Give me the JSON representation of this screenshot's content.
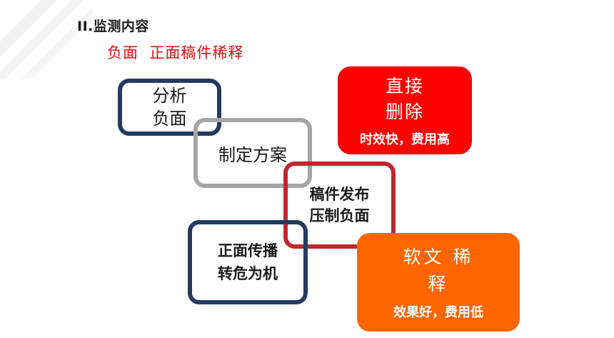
{
  "slide": {
    "heading": "II.监测内容",
    "subheading": "负面  正面稿件稀释"
  },
  "boxes": {
    "analyze": {
      "line1": "分析",
      "line2": "负面"
    },
    "plan": {
      "line1": "制定方案"
    },
    "press": {
      "line1": "稿件发布",
      "line2": "压制负面"
    },
    "positive": {
      "line1": "正面传播",
      "line2": "转危为机"
    },
    "delete": {
      "line1": "直接",
      "line2": "删除",
      "note": "时效快，费用高"
    },
    "dilute": {
      "line1": "软文 稀",
      "line2": "释",
      "note": "效果好，费用低"
    }
  },
  "colors": {
    "navy": "#243a5e",
    "gray": "#a6a6a6",
    "dark_red": "#c0272d",
    "red": "#ff0000",
    "orange": "#ff6600",
    "subheading_red": "#e01010"
  }
}
